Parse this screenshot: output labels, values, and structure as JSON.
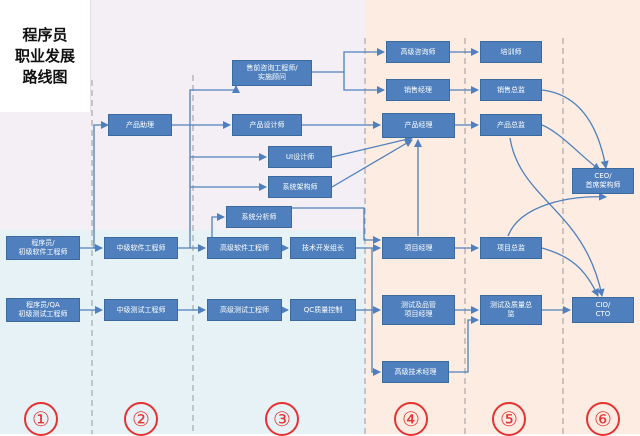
{
  "title": [
    "程序员",
    "职业发展",
    "路线图"
  ],
  "nodes": {
    "junior_dev": "程序员/\n初级软件工程师",
    "junior_test": "程序员/QA\n初级测试工程师",
    "product_assistant": "产品助理",
    "mid_dev": "中级软件工程师",
    "mid_test": "中级测试工程师",
    "presales": "售前咨询工程师/\n实施顾问",
    "product_designer": "产品设计师",
    "ui_designer": "UI设计师",
    "sys_architect": "系统架构师",
    "sys_analyst": "系统分析师",
    "senior_dev": "高级软件工程师",
    "tech_lead": "技术开发组长",
    "senior_test": "高级测试工程师",
    "qc": "QC质量控制",
    "senior_consultant": "高级咨询师",
    "sales_manager": "销售经理",
    "product_manager": "产品经理",
    "project_manager": "项目经理",
    "test_qa_pm": "测试及品管\n项目经理",
    "senior_tech_manager": "高级技术经理",
    "trainer": "培训师",
    "sales_director": "销售总监",
    "product_director": "产品总监",
    "project_director": "项目总监",
    "test_quality_director": "测试及质量总\n监",
    "ceo": "CEO/\n首席架构师",
    "cio": "CIO/\nCTO"
  },
  "stages": [
    "①",
    "②",
    "③",
    "④",
    "⑤",
    "⑥"
  ],
  "colors": {
    "node_fill": "#4f80bd",
    "edge": "#4f80bd",
    "stage": "#e53232"
  }
}
